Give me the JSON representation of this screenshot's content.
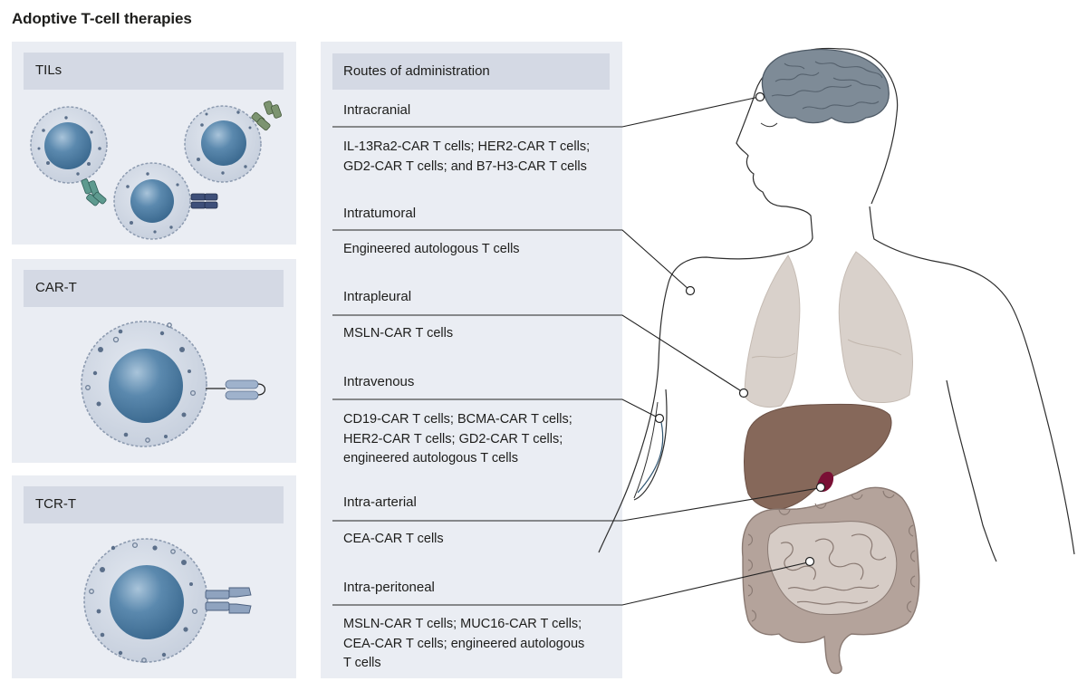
{
  "title": "Adoptive T-cell therapies",
  "cell_panels": [
    {
      "label": "TILs"
    },
    {
      "label": "CAR-T"
    },
    {
      "label": "TCR-T"
    }
  ],
  "routes": {
    "header": "Routes of administration",
    "items": [
      {
        "name": "Intracranial",
        "desc": [
          "IL-13Ra2-CAR T cells; HER2-CAR T cells;",
          "GD2-CAR T cells; and B7-H3-CAR T cells"
        ]
      },
      {
        "name": "Intratumoral",
        "desc": [
          "Engineered autologous T cells"
        ]
      },
      {
        "name": "Intrapleural",
        "desc": [
          "MSLN-CAR T cells"
        ]
      },
      {
        "name": "Intravenous",
        "desc": [
          "CD19-CAR T cells; BCMA-CAR T cells;",
          "HER2-CAR T cells; GD2-CAR T cells;",
          "engineered autologous T cells"
        ]
      },
      {
        "name": "Intra-arterial",
        "desc": [
          "CEA-CAR T cells"
        ]
      },
      {
        "name": "Intra-peritoneal",
        "desc": [
          "MSLN-CAR T cells; MUC16-CAR T cells;",
          "CEA-CAR T cells; engineered autologous",
          "T cells"
        ]
      }
    ]
  },
  "colors": {
    "panel_bg": "#eaedf3",
    "header_bg": "#d4d9e4",
    "cell_body": "#cdd5e2",
    "nucleus": "#4e7ea5",
    "brain": "#7c8a96",
    "lungs": "#d9d1cb",
    "liver": "#86685a",
    "intestine": "#b4a39b",
    "gallbladder": "#7a1035"
  }
}
